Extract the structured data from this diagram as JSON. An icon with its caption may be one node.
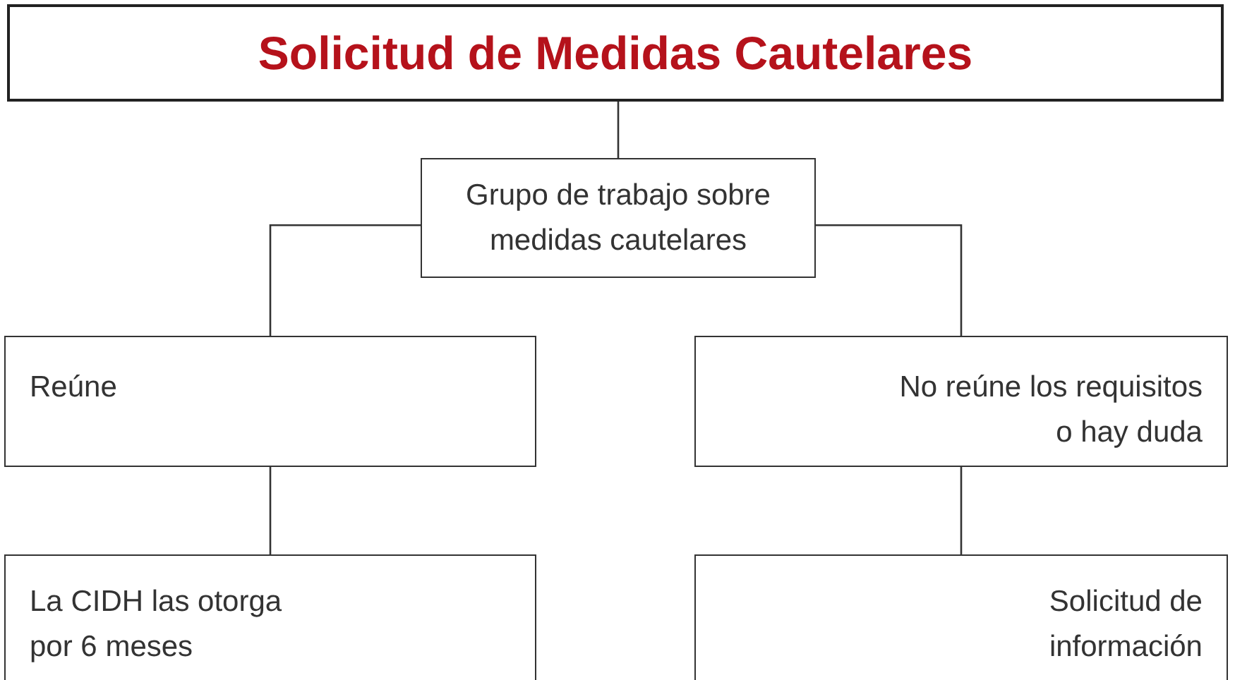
{
  "diagram": {
    "nodes": [
      {
        "text": [
          "Solicitud de Medidas Cautelares"
        ]
      },
      {
        "text": [
          "Grupo de trabajo sobre medidas cautelares"
        ]
      },
      {
        "text": [
          "Reúne"
        ]
      },
      {
        "text": [
          "No reúne los requisitos o hay duda"
        ]
      },
      {
        "text": [
          "La CIDH las otorga por 6 meses"
        ]
      },
      {
        "text": [
          "Solicitud de información"
        ]
      }
    ],
    "edges": [
      {
        "from": 0,
        "to": 1,
        "arrow": "none"
      },
      {
        "from": 1,
        "to": 2,
        "arrow": "none"
      },
      {
        "from": 1,
        "to": 3,
        "arrow": "none"
      },
      {
        "from": 2,
        "to": 4,
        "arrow": "none"
      },
      {
        "from": 3,
        "to": 5,
        "arrow": "none"
      }
    ]
  }
}
